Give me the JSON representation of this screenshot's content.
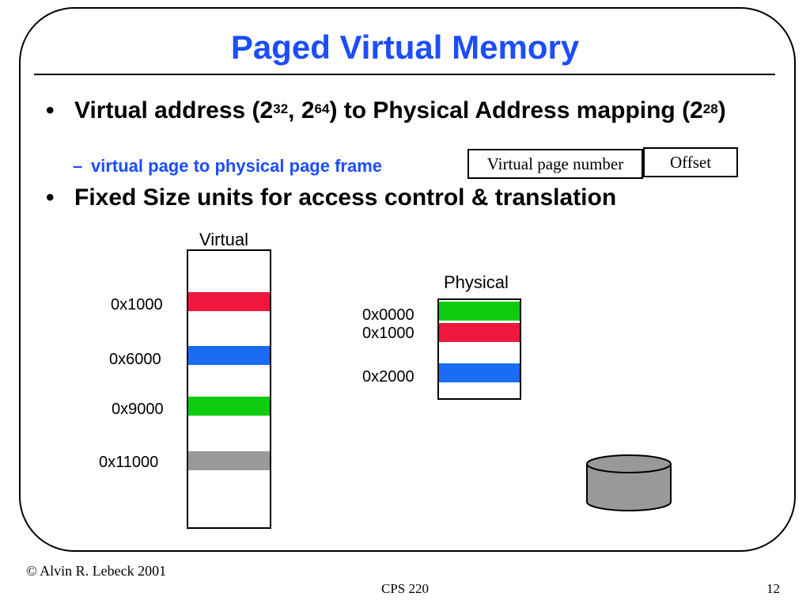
{
  "slide": {
    "title": "Paged Virtual Memory",
    "bullets": [
      {
        "parts": [
          "Virtual address (2",
          "32",
          ", 2",
          "64",
          ") to Physical Address mapping (2",
          "28",
          ")"
        ]
      },
      {
        "text": "Fixed Size units for access control & translation"
      }
    ],
    "subbullet": "virtual page to physical page frame",
    "bullet_symbol": "•",
    "sub_symbol": "–"
  },
  "address_format": {
    "vpn": "Virtual page number",
    "offset": "Offset"
  },
  "virtual": {
    "label": "Virtual",
    "addresses": [
      "0x1000",
      "0x6000",
      "0x9000",
      "0x11000"
    ],
    "colors": [
      "#f0173f",
      "#1a6cf2",
      "#10cc10",
      "#999999"
    ]
  },
  "physical": {
    "label": "Physical",
    "addresses": [
      "0x0000",
      "0x1000",
      "0x2000"
    ],
    "colors": [
      "#10cc10",
      "#f0173f",
      "#1a6cf2"
    ]
  },
  "footer": {
    "author": "© Alvin R. Lebeck 2001",
    "course": "CPS 220",
    "page_number": "12"
  }
}
